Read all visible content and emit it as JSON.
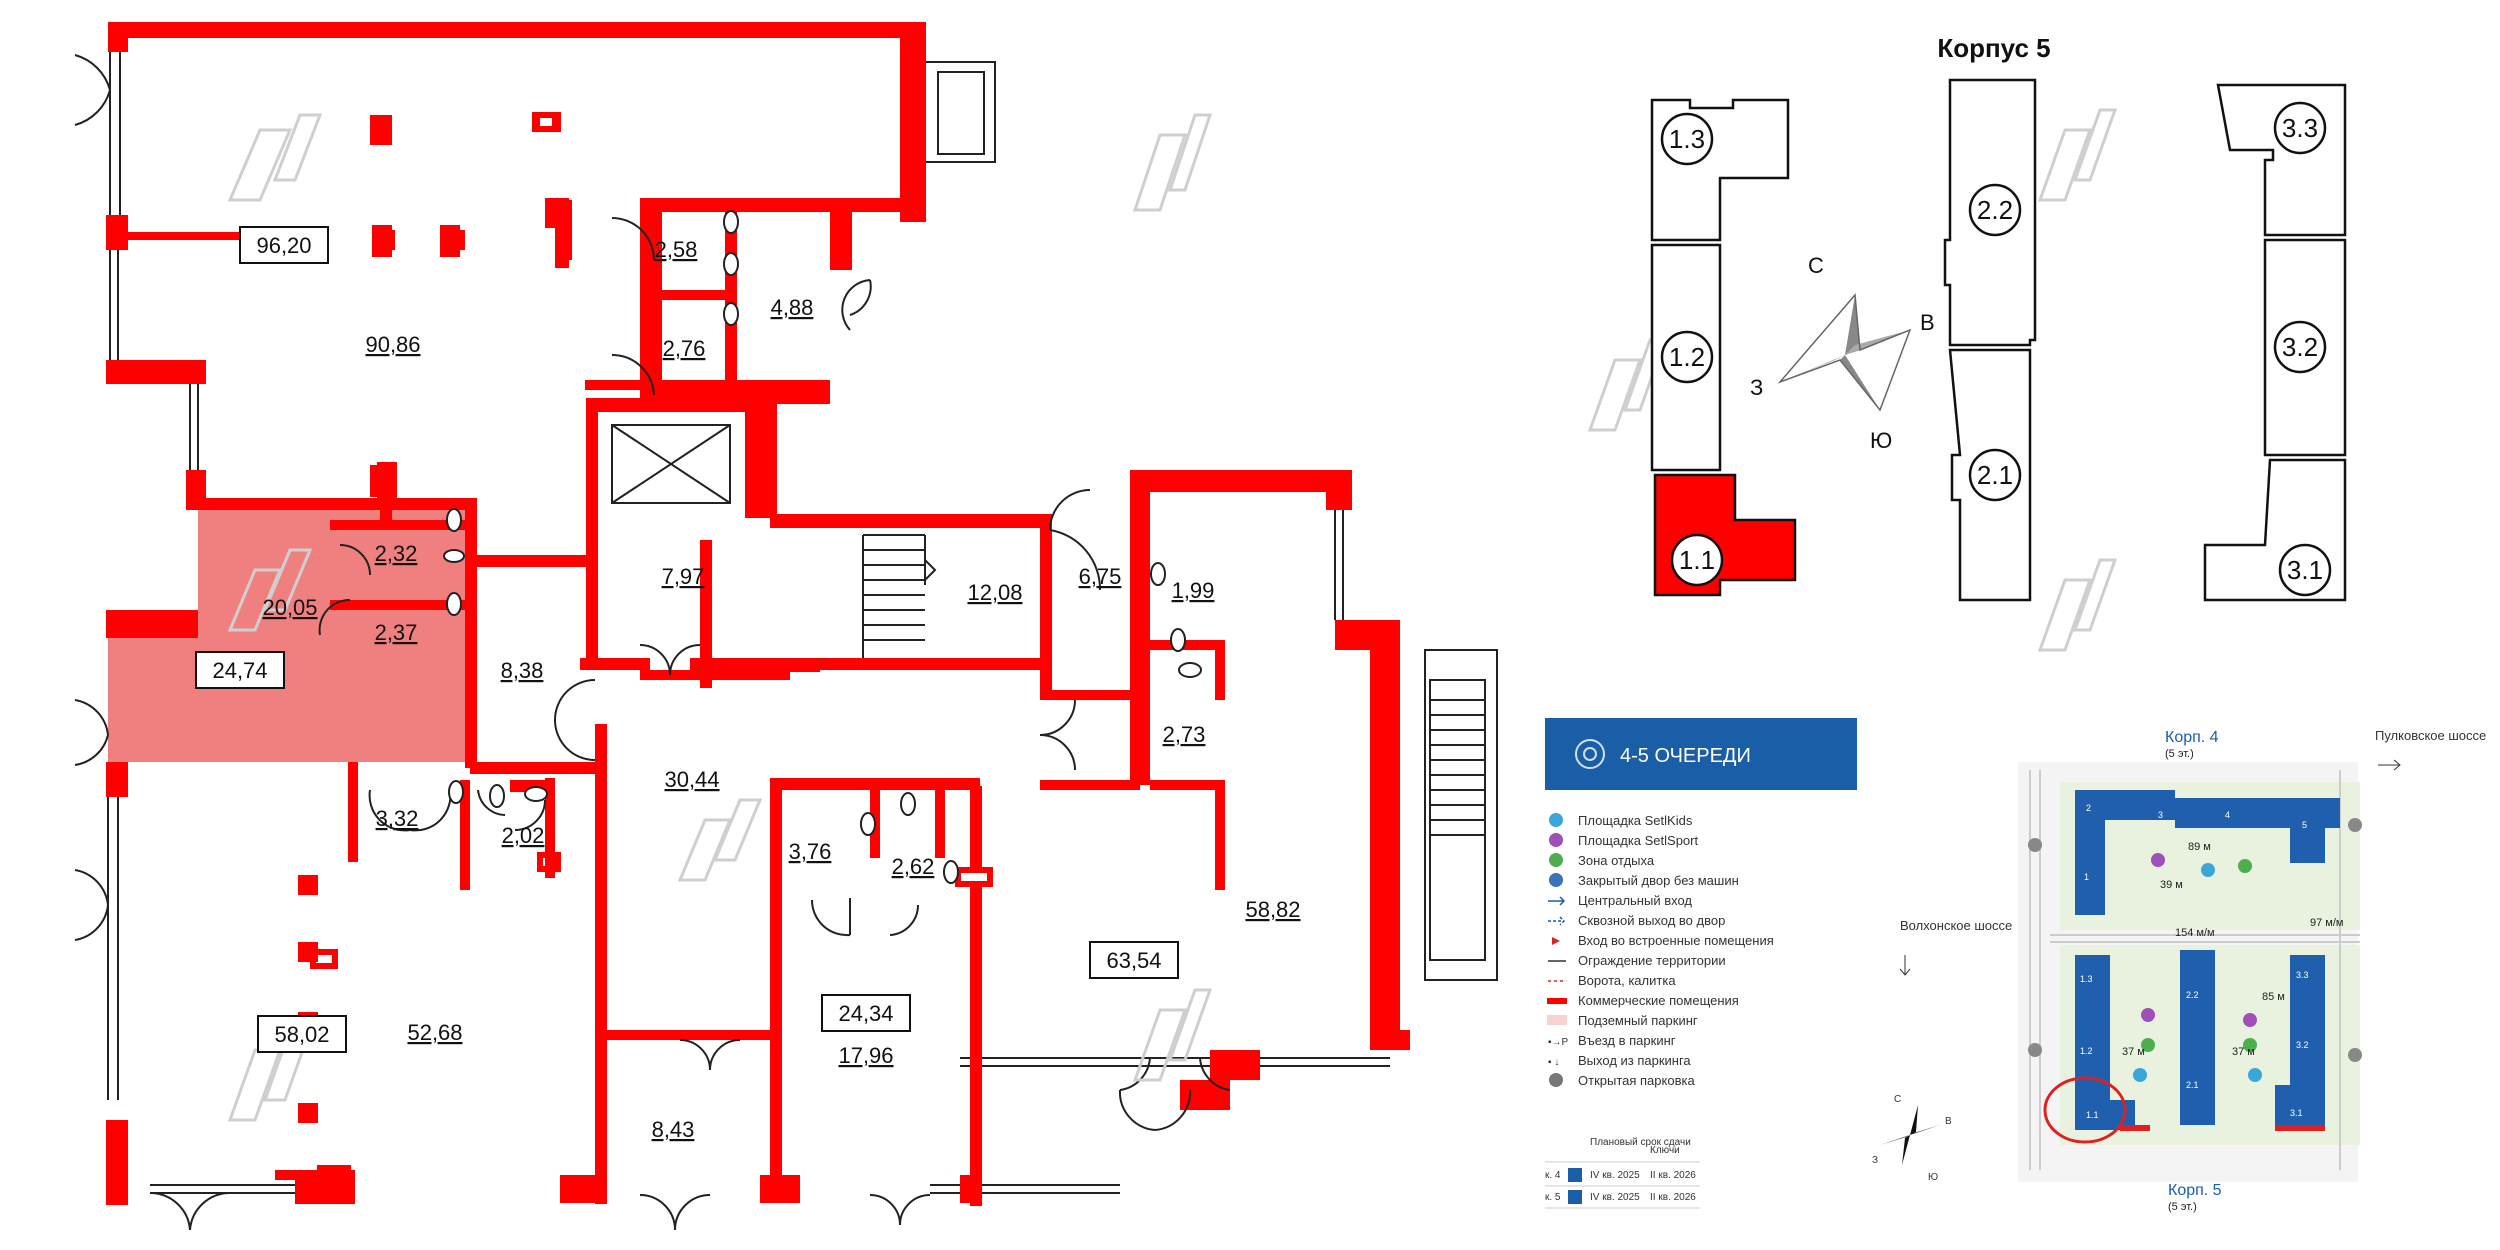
{
  "colors": {
    "wall": "#ff0000",
    "highlight": "#f08080",
    "banner": "#1a5ea8",
    "building_blue": "#1f5fae",
    "green": "#e9f2df",
    "road": "#eeeeee"
  },
  "rooms": {
    "r9620": "96,20",
    "r9086": "90,86",
    "r258": "2,58",
    "r276": "2,76",
    "r488": "4,88",
    "r797": "7,97",
    "r1208": "12,08",
    "r675": "6,75",
    "r199": "1,99",
    "r232": "2,32",
    "r2005": "20,05",
    "r237": "2,37",
    "r2474": "24,74",
    "r838": "8,38",
    "r3044": "30,44",
    "r273": "2,73",
    "r332": "3,32",
    "r202": "2,02",
    "r376": "3,76",
    "r262": "2,62",
    "r5882": "58,82",
    "r6354": "63,54",
    "r2434": "24,34",
    "r1796": "17,96",
    "r5802": "58,02",
    "r5268": "52,68",
    "r843": "8,43"
  },
  "building": {
    "title": "Корпус 5",
    "sections": [
      "1.3",
      "1.2",
      "1.1",
      "2.2",
      "2.1",
      "3.3",
      "3.2",
      "3.1"
    ],
    "selected_section": "1.1"
  },
  "compass": {
    "n": "С",
    "e": "В",
    "s": "Ю",
    "w": "З"
  },
  "banner": {
    "text": "4-5 ОЧЕРЕДИ"
  },
  "legend": [
    "Площадка SetlKids",
    "Площадка SetlSport",
    "Зона отдыха",
    "Закрытый двор без машин",
    "Центральный вход",
    "Сквозной выход во двор",
    "Вход во встроенные помещения",
    "Ограждение территории",
    "Ворота, калитка",
    "Коммерческие помещения",
    "Подземный паркинг",
    "Въезд в паркинг",
    "Выход из паркинга",
    "Открытая парковка"
  ],
  "schedule": {
    "head_planned": "Плановый срок сдачи",
    "head_keys": "Ключи",
    "rows": [
      {
        "k": "к. 4",
        "planned": "IV кв. 2025",
        "keys": "II кв. 2026"
      },
      {
        "k": "к. 5",
        "planned": "IV кв. 2025",
        "keys": "II кв. 2026"
      }
    ]
  },
  "siteplan": {
    "korp4": "Корп. 4",
    "korp4_floors": "(5 эт.)",
    "korp5": "Корп. 5",
    "korp5_floors": "(5 эт.)",
    "pulkovo": "Пулковское шоссе",
    "volkhon": "Волхонское шоссе",
    "dim_89": "89 м",
    "dim_39": "39 м",
    "dim_154": "154 м/м",
    "dim_97": "97 м/м",
    "dim_37a": "37 м",
    "dim_37b": "37 м",
    "dim_85": "85 м",
    "labels4": [
      "2",
      "3",
      "4",
      "5",
      "1"
    ],
    "labels5": [
      "1.3",
      "1.2",
      "1.1",
      "2.2",
      "2.1",
      "3.3",
      "3.2",
      "3.1"
    ]
  }
}
